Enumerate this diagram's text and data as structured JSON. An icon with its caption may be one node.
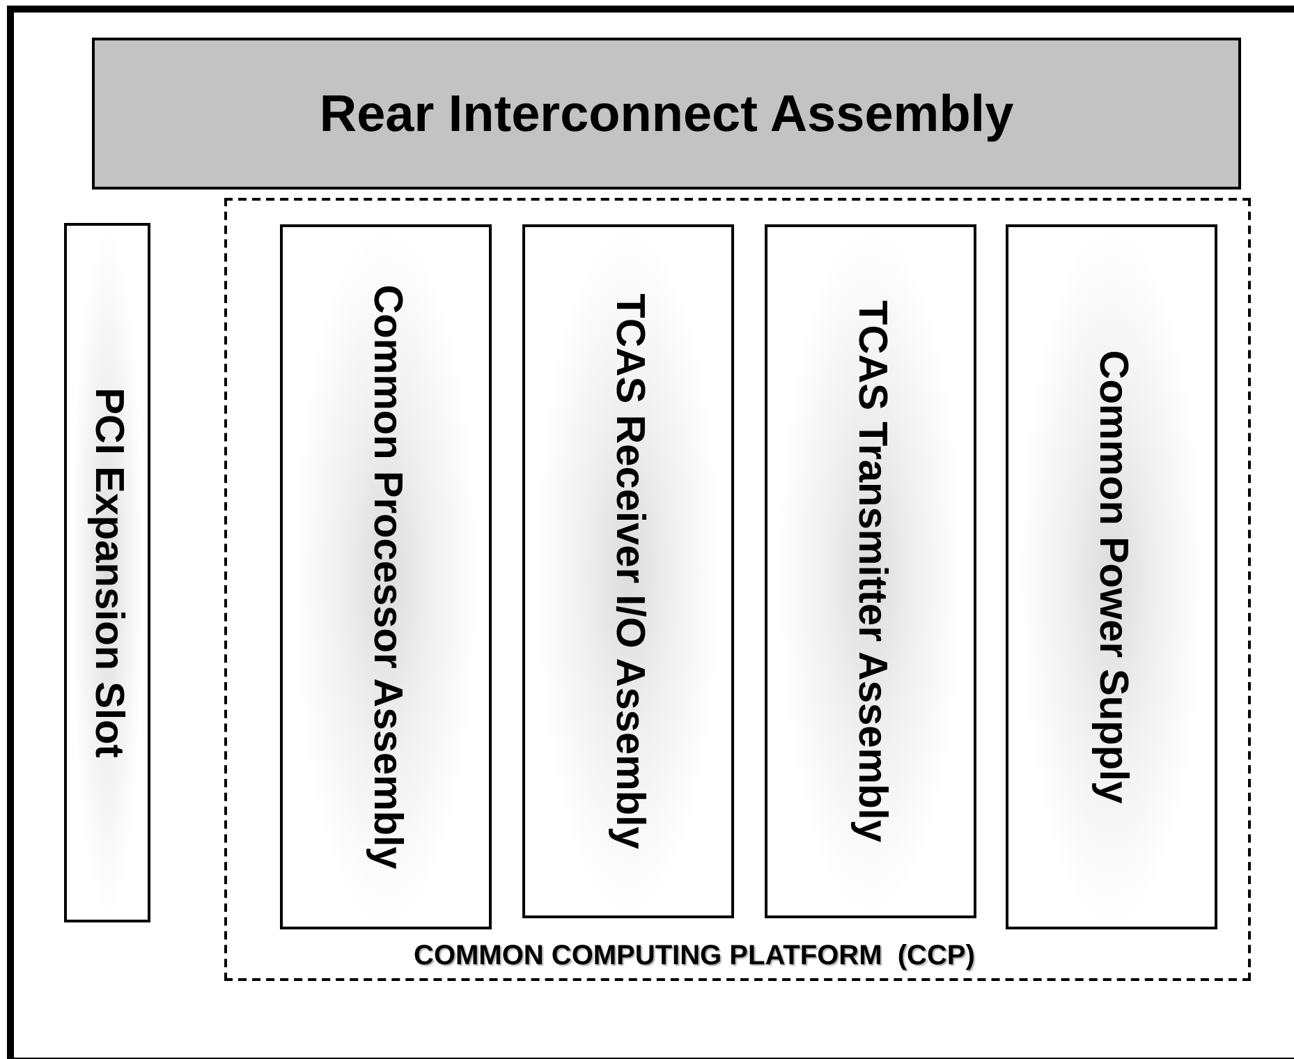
{
  "diagram": {
    "nodes": [
      {
        "text": [
          "Rear Interconnect Assembly"
        ]
      },
      {
        "text": [
          "PCI Expansion Slot"
        ]
      },
      {
        "text": [
          "COMMON COMPUTING PLATFORM  (CCP)"
        ]
      },
      {
        "text": [
          "Common Processor Assembly"
        ],
        "in": 2
      },
      {
        "text": [
          "TCAS Receiver I/O Assembly"
        ],
        "in": 2
      },
      {
        "text": [
          "TCAS Transmitter Assembly"
        ],
        "in": 2
      },
      {
        "text": [
          "Common Power Supply"
        ],
        "in": 2
      }
    ]
  }
}
